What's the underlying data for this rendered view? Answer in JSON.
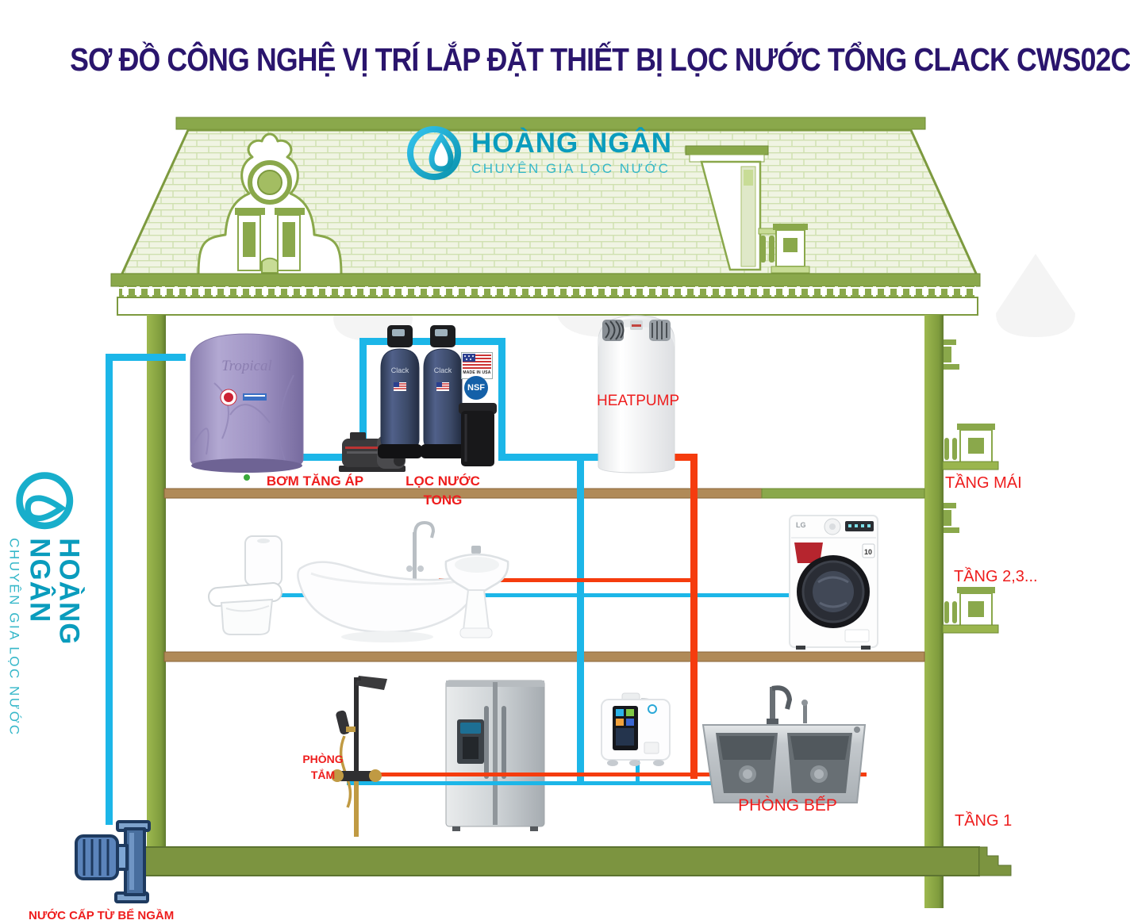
{
  "title": "SƠ ĐỒ CÔNG NGHỆ VỊ TRÍ LẮP ĐẶT THIẾT BỊ LỌC NƯỚC TỔNG CLACK CWS02C",
  "brand": {
    "name": "HOÀNG NGÂN",
    "tagline": "CHUYÊN GIA LỌC NƯỚC"
  },
  "roof_floor": {
    "floor_label": "TẦNG MÁI",
    "tank_brand": "Tropical",
    "booster_pump_label": "BƠM TĂNG ÁP",
    "filter_label": "LỌC NƯỚC TONG",
    "filter_brand": "Clack",
    "made_in_usa_label": "MADE IN USA",
    "nsf_label": "NSF",
    "heatpump_label": "HEATPUMP"
  },
  "middle_floor": {
    "floor_label": "TẦNG 2,3...",
    "washer_brand": "LG",
    "washer_badge": "10"
  },
  "ground_floor": {
    "floor_label": "TẦNG 1",
    "bathroom_label": "PHÒNG TẮM",
    "kitchen_label": "PHÒNG BẾP"
  },
  "supply": {
    "source_label": "NƯỚC CẤP TỪ BỂ NGẦM"
  },
  "colors": {
    "cold_pipe": "#1cb6e8",
    "hot_pipe": "#f53c0e",
    "label_red": "#ee1d1d",
    "house_green": "#8aa84b",
    "house_green_dark": "#6d8a33",
    "roof_fill": "#f0f4e3",
    "floor_brown": "#b08a58",
    "title_purple": "#2a156d",
    "brand_teal": "#0a9cbd",
    "tank_purple": "#a094c4",
    "filter_navy": "#3c4a68"
  }
}
